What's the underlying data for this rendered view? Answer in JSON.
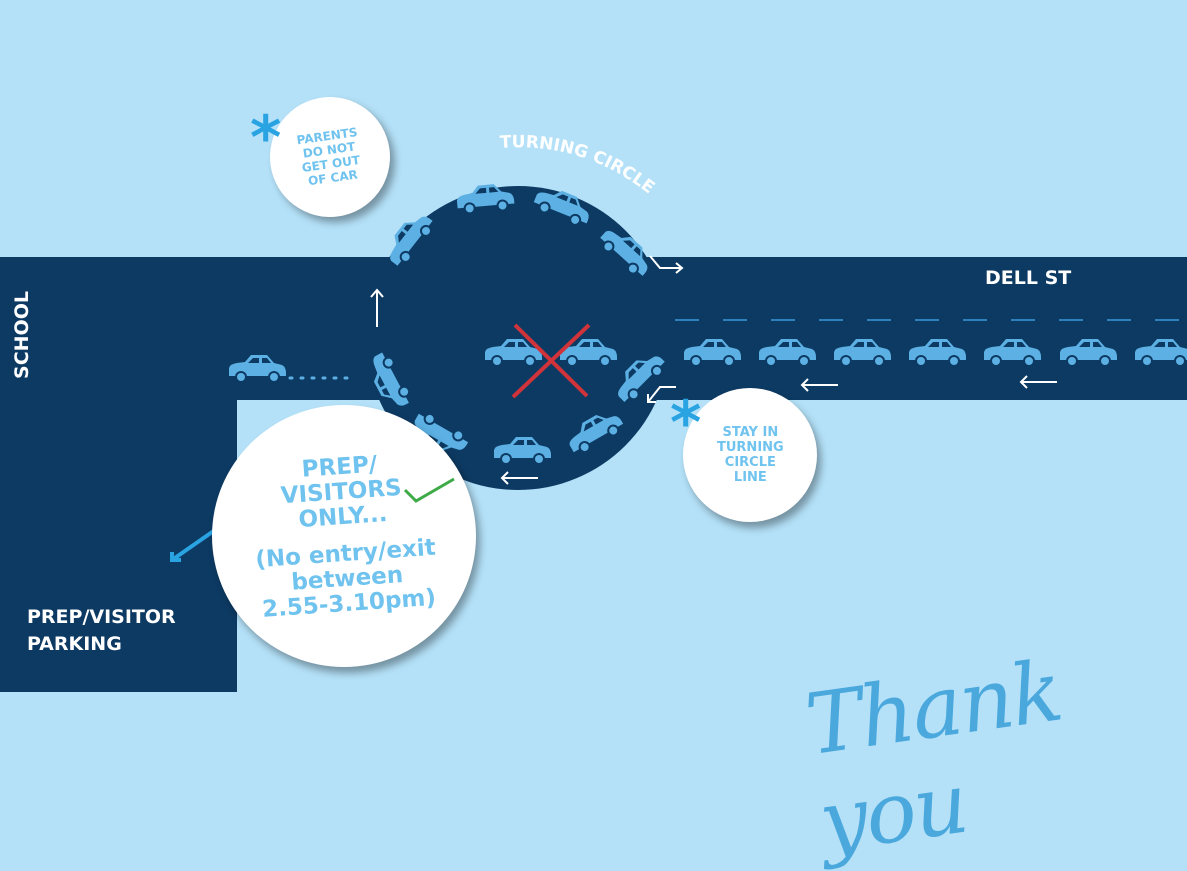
{
  "labels": {
    "turning_circle": "TURNING CIRCLE",
    "dell_st": "DELL ST",
    "school": "SCHOOL",
    "parking": [
      "PREP/VISITOR",
      "PARKING"
    ]
  },
  "callouts": {
    "parents": [
      "PARENTS",
      "DO NOT",
      "GET OUT",
      "OF CAR"
    ],
    "stay": [
      "STAY IN",
      "TURNING",
      "CIRCLE",
      "LINE"
    ],
    "prep": [
      "PREP/",
      "VISITORS",
      "ONLY...",
      "(No entry/exit",
      "between",
      "2.55-3.10pm)"
    ]
  },
  "closing": "Thank you",
  "colors": {
    "background": "#b4e1f8",
    "road": "#0d3a63",
    "car": "#5cb0e3",
    "no_x": "#d0333a",
    "check": "#3daa47",
    "asterisk": "#29a3e2"
  }
}
